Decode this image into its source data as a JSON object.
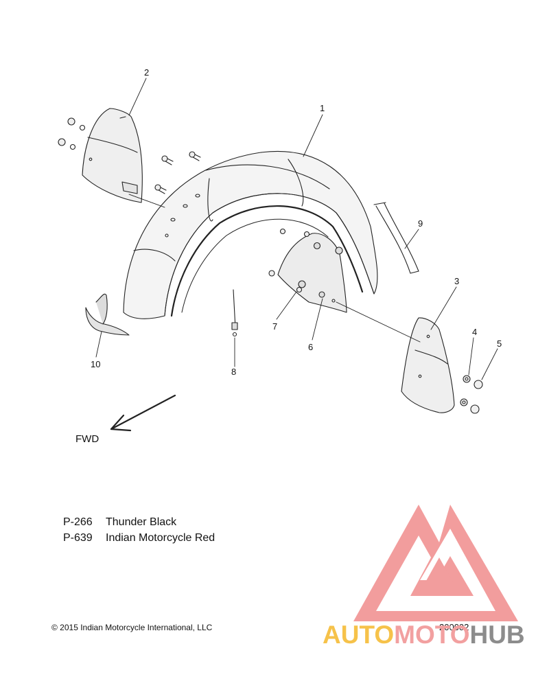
{
  "diagram": {
    "callouts": [
      "1",
      "2",
      "3",
      "4",
      "5",
      "6",
      "7",
      "8",
      "9",
      "10"
    ],
    "direction_label": "FWD"
  },
  "colors": [
    {
      "code": "P-266",
      "name": "Thunder Black"
    },
    {
      "code": "P-639",
      "name": "Indian Motorcycle Red"
    }
  ],
  "footer": {
    "copyright": "© 2015 Indian Motorcycle International, LLC",
    "doc_number": "200002"
  },
  "watermark": {
    "text_part1": "AUTO",
    "text_part2": "MOTO",
    "text_part3": "HUB"
  },
  "palette": {
    "line": "#222222",
    "fill_light": "#f4f4f4",
    "fill_mid": "#e9e9e9",
    "logo_red": "#f08c8c"
  }
}
